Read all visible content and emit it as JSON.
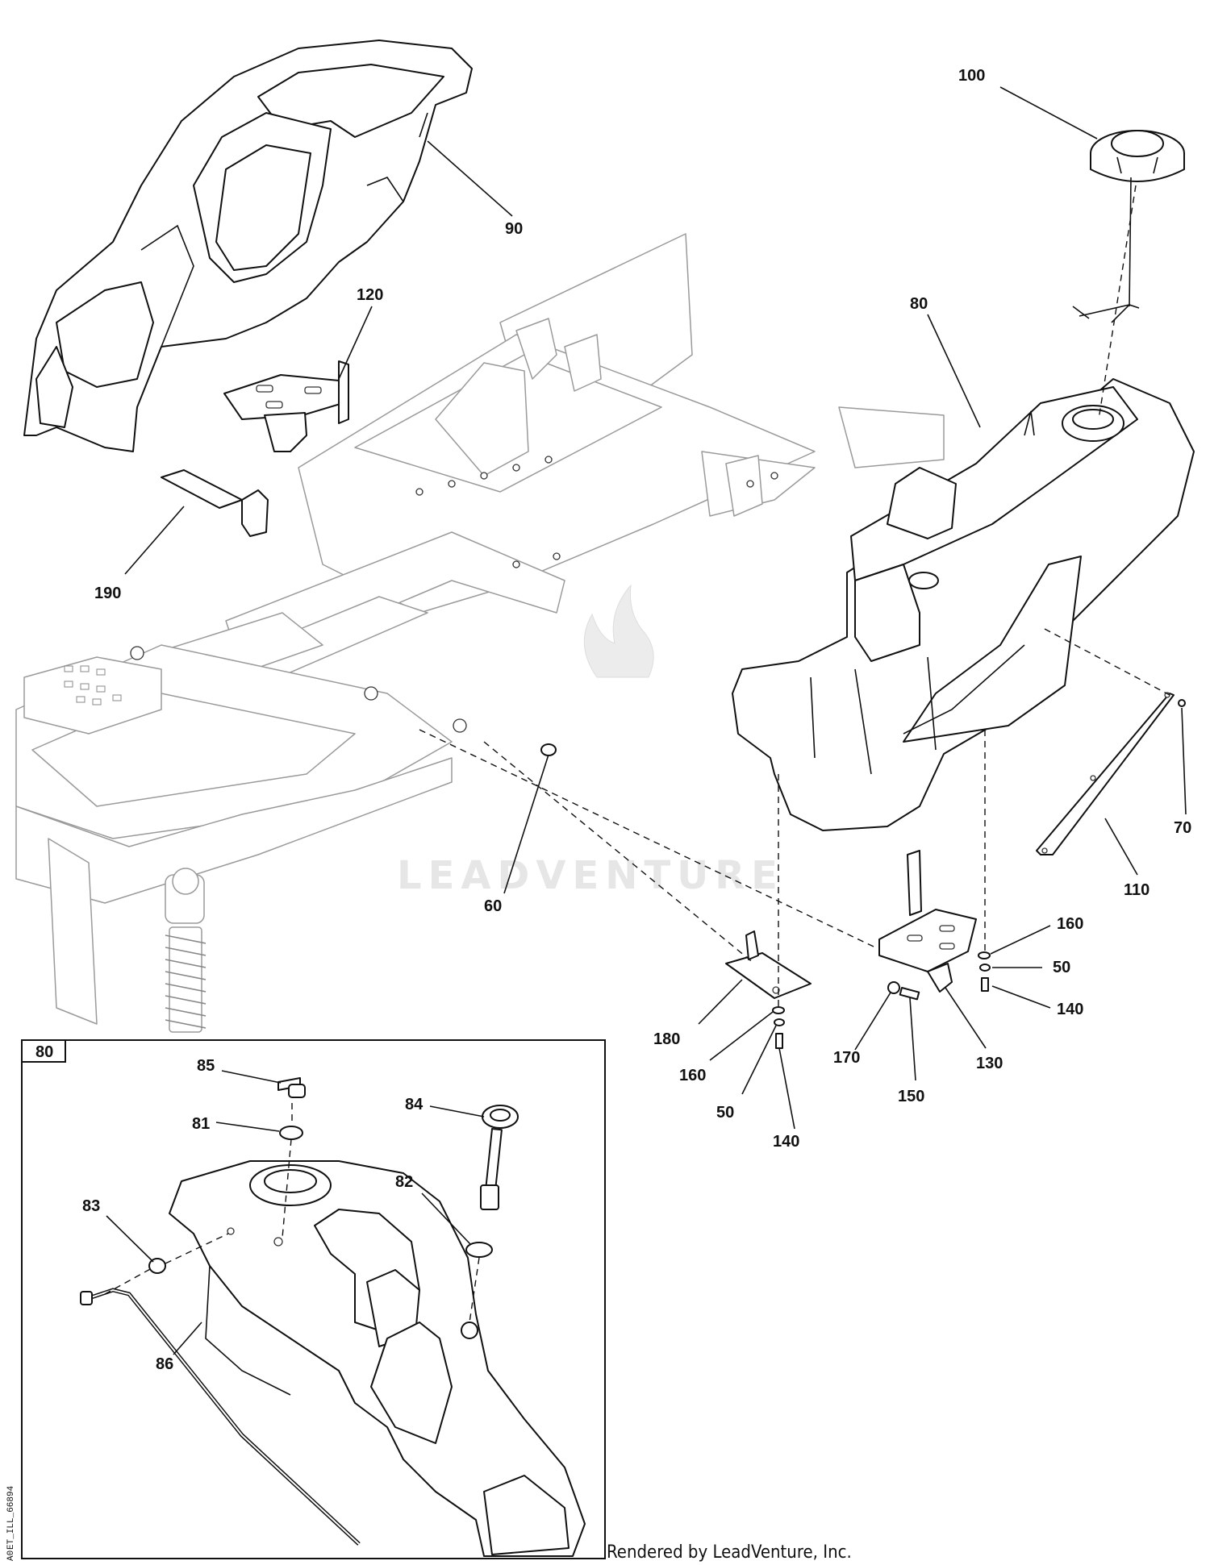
{
  "labels": {
    "p100": "100",
    "p90": "90",
    "p120": "120",
    "p80": "80",
    "p190": "190",
    "p60": "60",
    "p70": "70",
    "p110": "110",
    "p160a": "160",
    "p50a": "50",
    "p140a": "140",
    "p180": "180",
    "p160b": "160",
    "p50b": "50",
    "p140b": "140",
    "p170": "170",
    "p150": "150",
    "p130": "130",
    "i85": "85",
    "i81": "81",
    "i84": "84",
    "i82": "82",
    "i83": "83",
    "i86": "86"
  },
  "inset": {
    "tag": "80"
  },
  "watermark": "LEADVENTURE",
  "footer": "Rendered by LeadVenture, Inc.",
  "doc_id": "ET_ILL_66894",
  "doc_rev": "A0"
}
